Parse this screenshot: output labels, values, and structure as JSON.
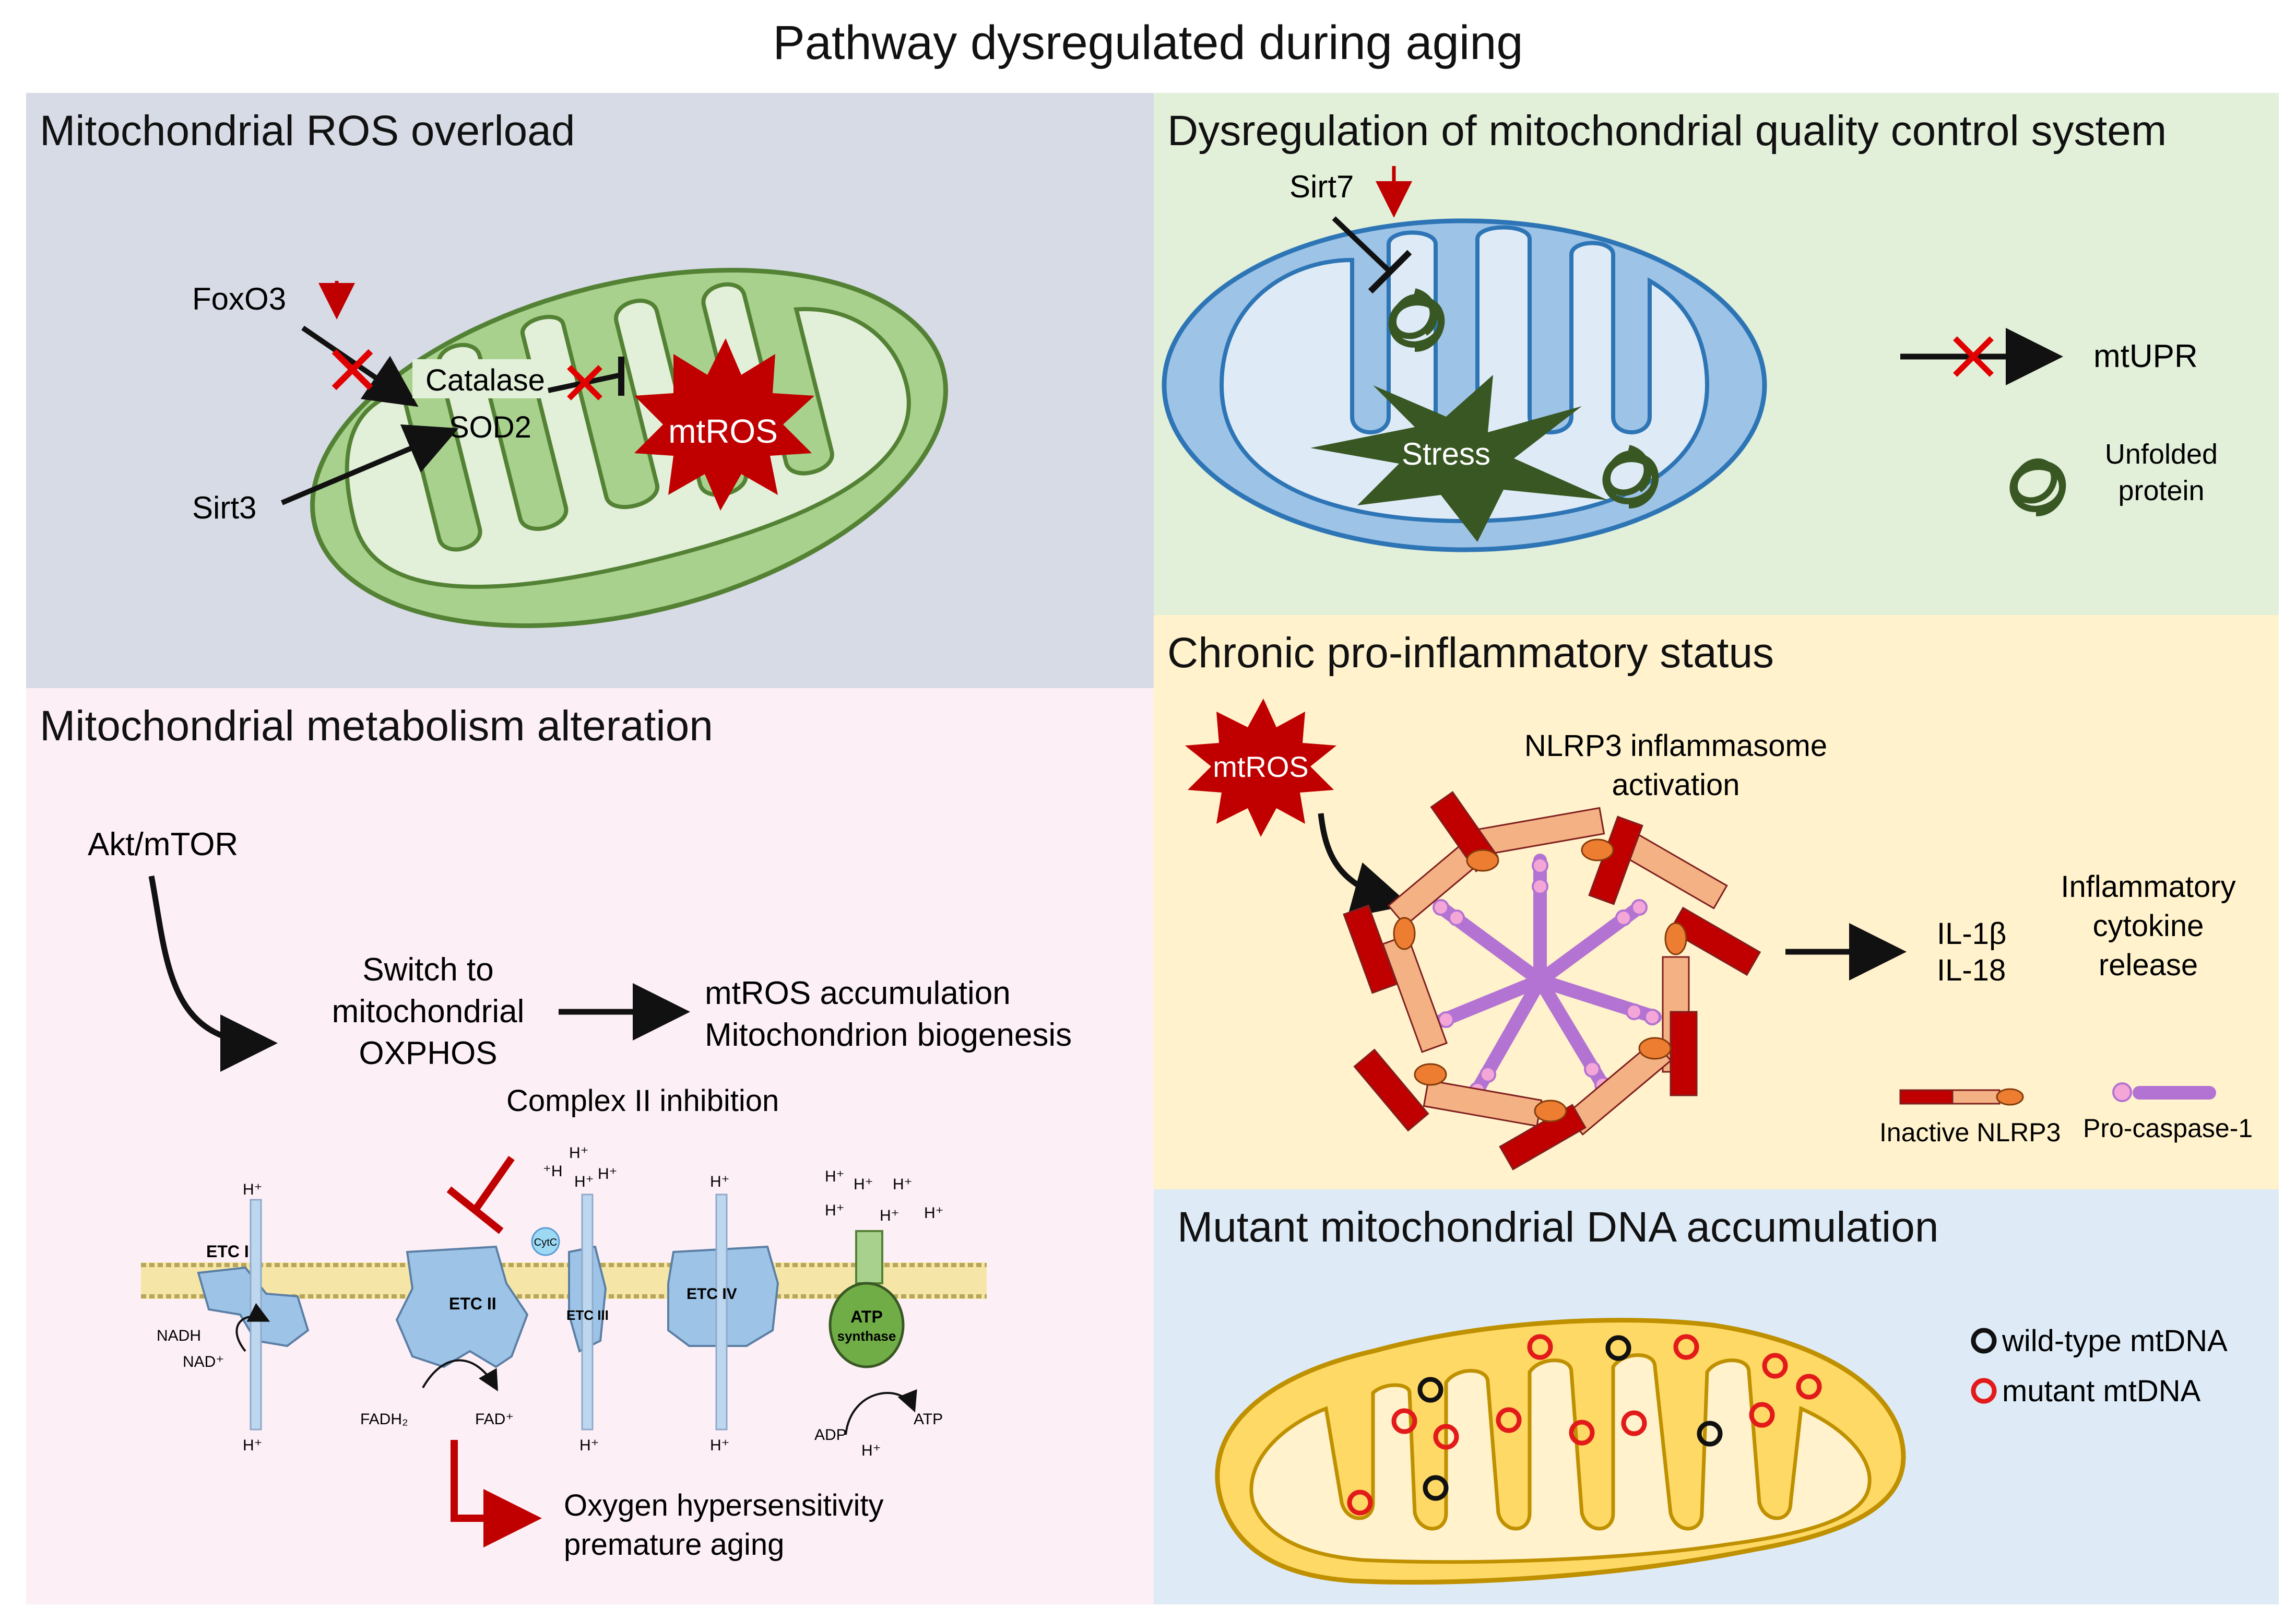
{
  "title": "Pathway dysregulated during aging",
  "colors": {
    "ros_bg": "#D6DBE6",
    "qc_bg": "#E2EFD9",
    "metab_bg": "#FCEFF5",
    "inflam_bg": "#FFF2CC",
    "dna_bg": "#DEEBF7",
    "mtros_red": "#C00000",
    "inhibit_red": "#C00000"
  },
  "panels": {
    "ros": {
      "title": "Mitochondrial ROS overload",
      "foxo3": "FoxO3",
      "catalase": "Catalase",
      "sod2": "SOD2",
      "sirt3": "Sirt3",
      "mtros": "mtROS"
    },
    "qc": {
      "title": "Dysregulation of mitochondrial quality control system",
      "sirt7": "Sirt7",
      "stress": "Stress",
      "mtupr": "mtUPR",
      "unfolded_line1": "Unfolded",
      "unfolded_line2": "protein"
    },
    "metab": {
      "title": "Mitochondrial metabolism alteration",
      "akt": "Akt/mTOR",
      "switch_line1": "Switch to",
      "switch_line2": "mitochondrial",
      "switch_line3": "OXPHOS",
      "result_line1": "mtROS accumulation",
      "result_line2": "Mitochondrion biogenesis",
      "complex2": "Complex II inhibition",
      "etc1": "ETC I",
      "etc2": "ETC II",
      "etc3": "ETC III",
      "etc4": "ETC IV",
      "atp_line1": "ATP",
      "atp_line2": "synthase",
      "cytc": "CytC",
      "nadh": "NADH",
      "nad": "NAD⁺",
      "fadh2": "FADH₂",
      "fad": "FAD⁺",
      "adp": "ADP",
      "atp": "ATP",
      "h_plus": "H⁺",
      "h_alt": "⁺H",
      "outcome_line1": "Oxygen hypersensitivity",
      "outcome_line2": "premature aging"
    },
    "inflam": {
      "title": "Chronic pro-inflammatory status",
      "mtros": "mtROS",
      "nlrp3_line1": "NLRP3 inflammasome",
      "nlrp3_line2": "activation",
      "il1b": "IL-1β",
      "il18": "IL-18",
      "cyto_line1": "Inflammatory",
      "cyto_line2": "cytokine",
      "cyto_line3": "release",
      "legend_inactive": "Inactive NLRP3",
      "legend_procasp": "Pro-caspase-1"
    },
    "dna": {
      "title": "Mutant mitochondrial DNA accumulation",
      "legend_wt": "wild-type mtDNA",
      "legend_mut": "mutant mtDNA"
    }
  }
}
